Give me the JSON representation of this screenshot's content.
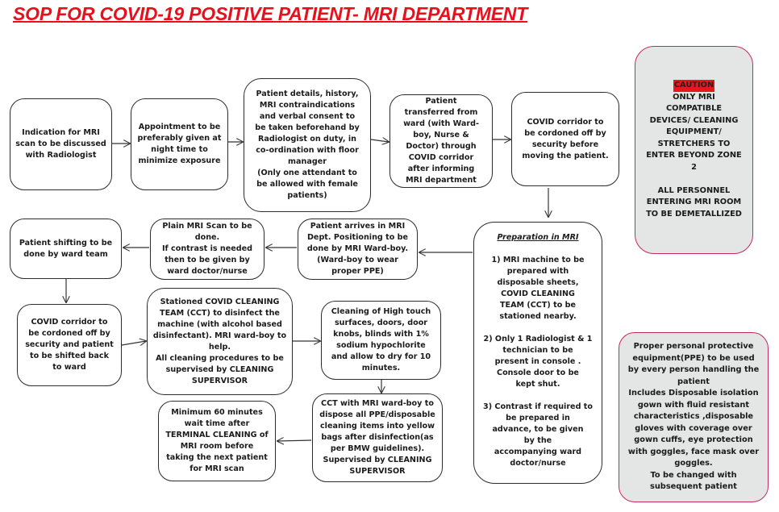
{
  "title": "SOP FOR COVID-19 POSITIVE PATIENT- MRI DEPARTMENT",
  "steps": {
    "indication": "Indication for MRI\nscan to be discussed\nwith Radiologist",
    "appointment": "Appointment to be\npreferably given at\nnight time to\nminimize exposure",
    "patient_details": "Patient details, history,\nMRI contraindications\nand verbal consent to\nbe taken beforehand by\nRadiologist on duty, in\nco-ordination with floor\nmanager\n(Only one attendant to\nbe allowed with female\npatients)",
    "transfer": "Patient\ntransferred from\nward (with Ward-\nboy, Nurse &\nDoctor) through\nCOVID corridor\nafter informing\nMRI department",
    "corridor_before": "COVID corridor to\nbe cordoned off by\nsecurity before\nmoving the patient.",
    "preparation": {
      "heading": "Preparation in MRI",
      "items": [
        "1) MRI machine to be\nprepared with\ndisposable sheets,\nCOVID CLEANING\nTEAM (CCT) to be\nstationed nearby.",
        "2) Only 1 Radiologist & 1\ntechnician to be\npresent in console .\nConsole door to be\nkept shut.",
        "3) Contrast if required to\nbe prepared in\nadvance, to be given\nby the\naccompanying ward\ndoctor/nurse"
      ]
    },
    "arrival": "Patient arrives in MRI\nDept. Positioning to be\ndone by MRI Ward-boy.\n(Ward-boy to wear\nproper PPE)",
    "plain_scan": "Plain MRI Scan to be\ndone.\nIf contrast is needed\nthen to be given by\nward doctor/nurse",
    "shifting": "Patient shifting to be\ndone by ward team",
    "corridor_after": "COVID corridor to\nbe cordoned off by\nsecurity and patient\nto be shifted back\nto ward",
    "cct_disinfect": "Stationed COVID CLEANING\nTEAM (CCT) to disinfect the\nmachine (with alcohol based\ndisinfectant). MRI ward-boy to\nhelp.\nAll cleaning procedures to be\nsupervised by CLEANING\nSUPERVISOR",
    "high_touch": "Cleaning of High touch\nsurfaces, doors, door\nknobs, blinds with 1%\nsodium hypochlorite\nand allow to dry for 10\nminutes.",
    "dispose": "CCT with MRI ward-boy to\ndispose all PPE/disposable\ncleaning items into yellow\nbags after disinfection(as\nper BMW guidelines).\nSupervised by CLEANING\nSUPERVISOR",
    "wait_time": "Minimum 60 minutes\nwait time after\nTERMINAL CLEANING of\nMRI room before\ntaking the next patient\nfor MRI scan"
  },
  "caution_note": {
    "tag": "CAUTION",
    "body": "ONLY MRI\nCOMPATIBLE\nDEVICES/ CLEANING\nEQUIPMENT/\nSTRETCHERS TO\nENTER BEYOND ZONE\n2\n\nALL PERSONNEL\nENTERING MRI ROOM\nTO BE DEMETALLIZED"
  },
  "ppe_note": "Proper personal protective\nequipment(PPE) to be used\nby every person handling the\npatient\nIncludes Disposable isolation\ngown with fluid resistant\ncharacteristics ,disposable\ngloves with coverage over\ngown cuffs, eye protection\nwith goggles, face mask over\ngoggles.\nTo be changed with\nsubsequent patient",
  "colors": {
    "title": "#e8101c",
    "caution_tag": "#e8161e",
    "note_border": "#c42a5a",
    "note_fill": "#e4e6e6"
  }
}
